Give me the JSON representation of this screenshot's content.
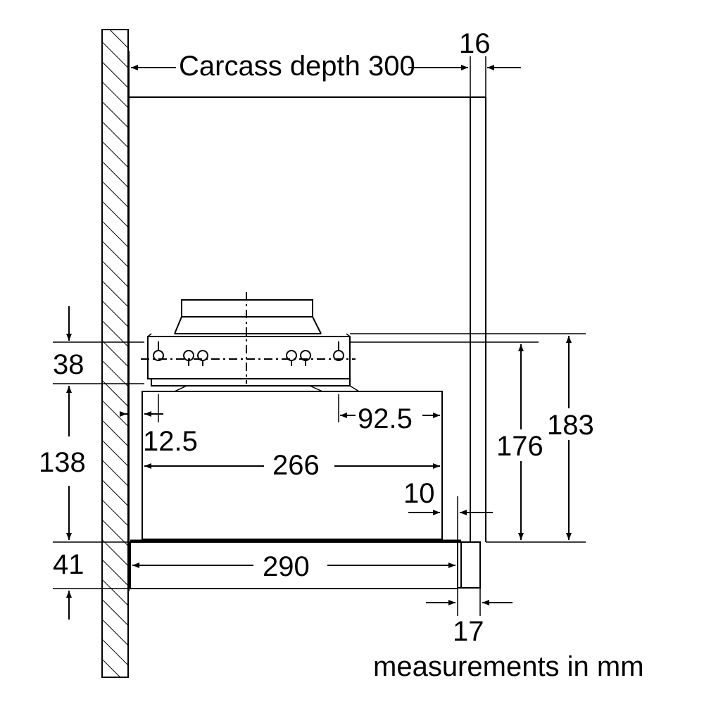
{
  "labels": {
    "carcass_depth": "Carcass depth 300",
    "d16": "16",
    "d38": "38",
    "d138": "138",
    "d41": "41",
    "d12_5": "12.5",
    "d92_5": "92.5",
    "d266": "266",
    "d10": "10",
    "d176": "176",
    "d183": "183",
    "d290": "290",
    "d17": "17",
    "units_note": "measurements in mm"
  }
}
